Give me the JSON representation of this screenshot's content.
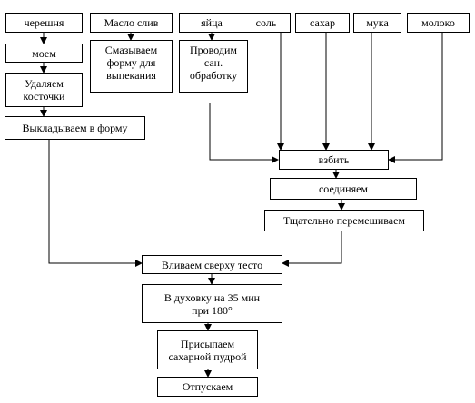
{
  "diagram": {
    "nodes": {
      "cherries": "черешня",
      "plum_oil": "Масло слив",
      "eggs": "яйца",
      "salt": "соль",
      "sugar": "сахар",
      "flour": "мука",
      "milk": "молоко",
      "wash": "моем",
      "remove_pits": "Удаляем\nкосточки",
      "grease_form": "Смазываем\nформу для\nвыпекания",
      "sanitize": "Проводим\nсан.\nобработку",
      "lay_in_form": "Выкладываем в форму",
      "whisk": "взбить",
      "combine": "соединяем",
      "mix_thoroughly": "Тщательно перемешиваем",
      "pour_batter": "Вливаем сверху тесто",
      "oven": "В духовку на 35 мин\nпри 180°",
      "sprinkle": "Присыпаем\nсахарной пудрой",
      "serve": "Отпускаем"
    }
  }
}
